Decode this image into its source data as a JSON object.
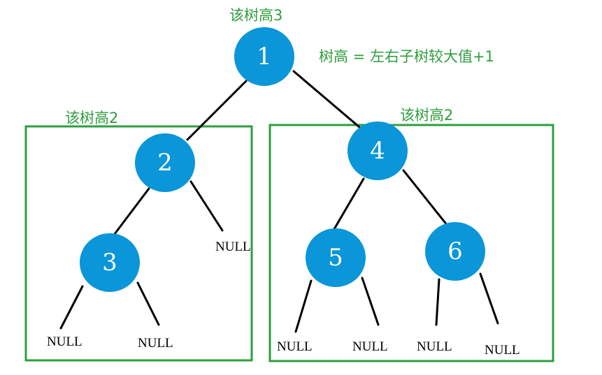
{
  "annotations": {
    "root_height": "该树高3",
    "formula": "树高 = 左右子树较大值+1",
    "left_height": "该树高2",
    "right_height": "该树高2"
  },
  "nodes": {
    "n1": "1",
    "n2": "2",
    "n3": "3",
    "n4": "4",
    "n5": "5",
    "n6": "6"
  },
  "null_text": "NULL",
  "colors": {
    "node_fill": "#0a96d8",
    "box_stroke": "#2e9e3e",
    "annotation_text": "#2e9e3e"
  }
}
